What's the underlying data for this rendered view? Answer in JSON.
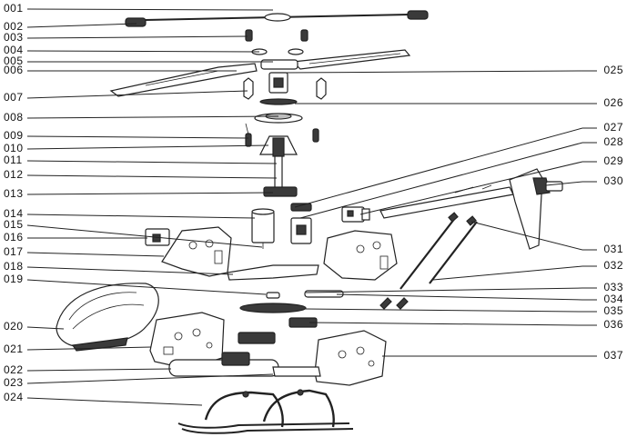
{
  "labels_left": [
    "001",
    "002",
    "003",
    "004",
    "005",
    "006",
    "007",
    "008",
    "009",
    "010",
    "011",
    "012",
    "013",
    "014",
    "015",
    "016",
    "017",
    "018",
    "019",
    "020",
    "021",
    "022",
    "023",
    "024"
  ],
  "labels_right": [
    "025",
    "026",
    "027",
    "028",
    "029",
    "030",
    "031",
    "032",
    "033",
    "034",
    "035",
    "036",
    "037"
  ],
  "colors": {
    "line": "#222222",
    "dark_fill": "#3a3a3a",
    "grey_fill": "#bdbdbd",
    "background": "#ffffff"
  }
}
